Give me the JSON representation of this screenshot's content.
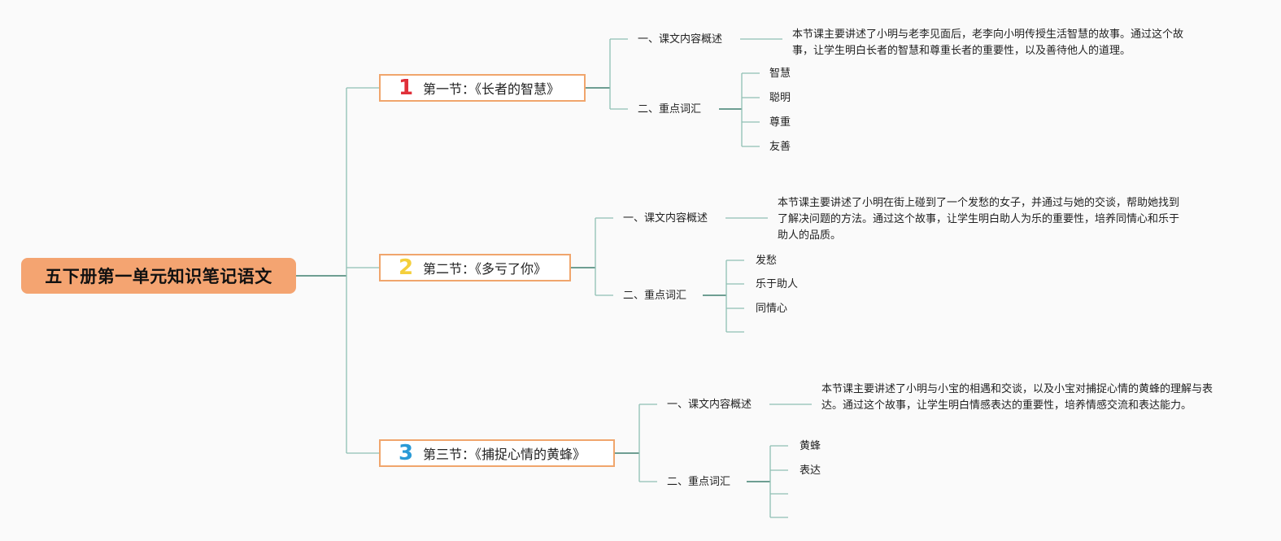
{
  "root": {
    "title": "五下册第一单元知识笔记语文"
  },
  "sections": [
    {
      "number": "1",
      "number_color": "#e0303a",
      "title": "第一节：《长者的智慧》",
      "overview_label": "一、课文内容概述",
      "overview_text": "本节课主要讲述了小明与老李见面后，老李向小明传授生活智慧的故事。通过这个故事，让学生明白长者的智慧和尊重长者的重要性，以及善待他人的道理。",
      "keywords_label": "二、重点词汇",
      "keywords": [
        "智慧",
        "聪明",
        "尊重",
        "友善"
      ]
    },
    {
      "number": "2",
      "number_color": "#f4cf3c",
      "title": "第二节：《多亏了你》",
      "overview_label": "一、课文内容概述",
      "overview_text": "本节课主要讲述了小明在街上碰到了一个发愁的女子，并通过与她的交谈，帮助她找到了解决问题的方法。通过这个故事，让学生明白助人为乐的重要性，培养同情心和乐于助人的品质。",
      "keywords_label": "二、重点词汇",
      "keywords": [
        "发愁",
        "乐于助人",
        "同情心",
        ""
      ]
    },
    {
      "number": "3",
      "number_color": "#2a9ad6",
      "title": "第三节：《捕捉心情的黄蜂》",
      "overview_label": "一、课文内容概述",
      "overview_text": "本节课主要讲述了小明与小宝的相遇和交谈，以及小宝对捕捉心情的黄蜂的理解与表达。通过这个故事，让学生明白情感表达的重要性，培养情感交流和表达能力。",
      "keywords_label": "二、重点词汇",
      "keywords": [
        "黄蜂",
        "表达",
        "",
        ""
      ]
    }
  ]
}
